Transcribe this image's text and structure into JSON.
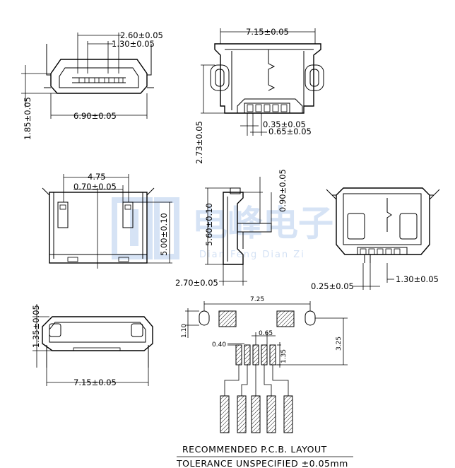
{
  "dimensions": {
    "front_pin_pitch_total": "2.60±0.05",
    "front_pin_pitch": "1.30±0.05",
    "front_height": "1.85±0.05",
    "front_width": "6.90±0.05",
    "top_width": "7.15±0.05",
    "top_height": "2.73±0.05",
    "top_pin_width": "0.35±0.05",
    "top_pin_pitch": "0.65±0.05",
    "bottom_width": "4.75",
    "bottom_slot": "0.70±0.05",
    "bottom_depth": "5.00±0.10",
    "side_length": "5.60±0.10",
    "side_pin": "0.90±0.05",
    "side_width": "2.70±0.05",
    "back_pin_offset": "0.25±0.05",
    "back_pin_pitch": "1.30±0.05",
    "rear_height": "1.35±0.05",
    "rear_width": "7.15±0.05",
    "pcb_span": "7.25",
    "pcb_pad_height": "1.10",
    "pcb_pad_width": "0.40",
    "pcb_pad_pitch": "0.65",
    "pcb_pad_len": "1.35",
    "pcb_depth": "3.25"
  },
  "notes": {
    "layout_title": "RECOMMENDED    P.C.B.  LAYOUT",
    "tolerance": "TOLERANCE  UNSPECIFIED  ±0.05mm"
  },
  "watermark": {
    "text": "电峰电子",
    "subtext": "Dian Feng Dian Zi",
    "color": "#c9daf2"
  }
}
